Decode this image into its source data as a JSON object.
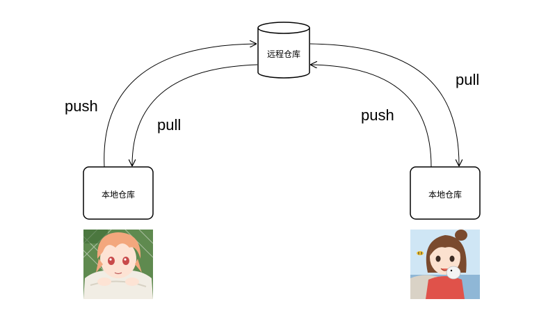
{
  "nodes": {
    "remote": {
      "label": "远程仓库"
    },
    "local_left": {
      "label": "本地仓库"
    },
    "local_right": {
      "label": "本地仓库"
    }
  },
  "edges": {
    "left_push": {
      "label": "push"
    },
    "left_pull": {
      "label": "pull"
    },
    "right_push": {
      "label": "push"
    },
    "right_pull": {
      "label": "pull"
    }
  },
  "avatars": {
    "left": {
      "description": "anime boy"
    },
    "right": {
      "description": "anime girl with hamster"
    }
  }
}
